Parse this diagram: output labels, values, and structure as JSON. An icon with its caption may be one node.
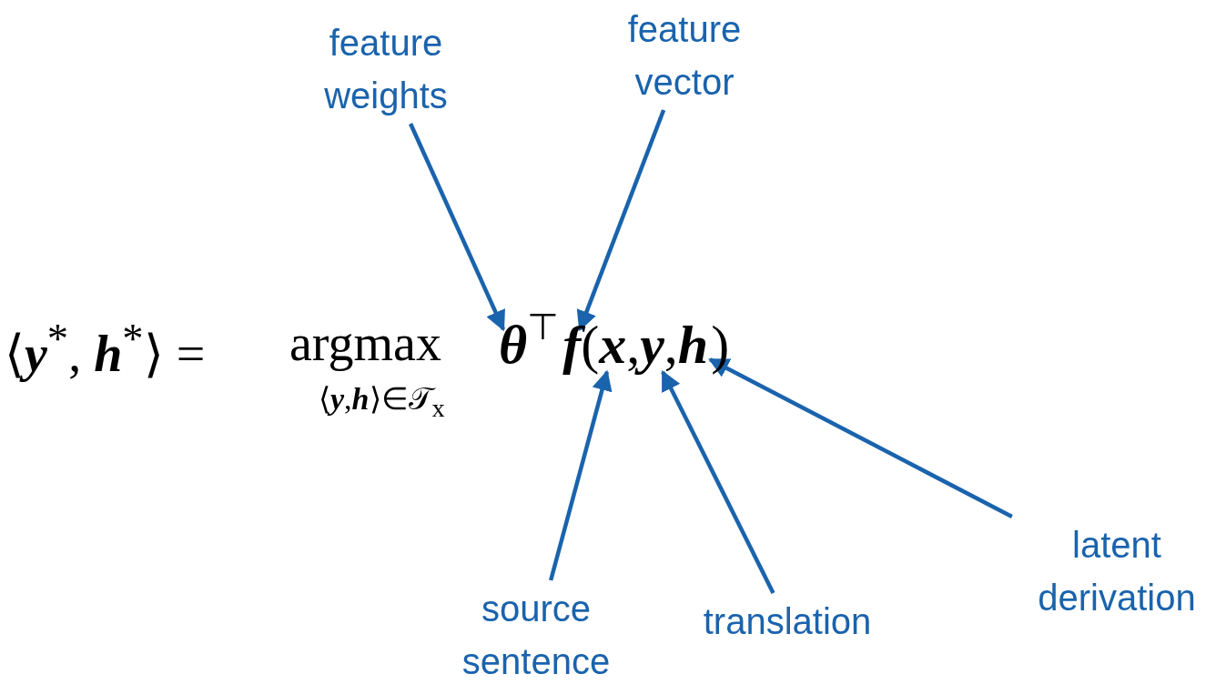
{
  "diagram": {
    "nodes": [
      {
        "text": [
          "feature weights"
        ]
      },
      {
        "text": [
          "feature vector"
        ]
      },
      {
        "text": [
          "θ"
        ]
      },
      {
        "text": [
          "f"
        ]
      },
      {
        "text": [
          "x"
        ]
      },
      {
        "text": [
          "y"
        ]
      },
      {
        "text": [
          "h"
        ]
      },
      {
        "text": [
          "source sentence"
        ]
      },
      {
        "text": [
          "translation"
        ]
      },
      {
        "text": [
          "latent derivation"
        ]
      }
    ],
    "edges": [
      {
        "from": 0,
        "to": 2,
        "arrow": "to"
      },
      {
        "from": 1,
        "to": 3,
        "arrow": "to"
      },
      {
        "from": 7,
        "to": 4,
        "arrow": "to"
      },
      {
        "from": 8,
        "to": 5,
        "arrow": "to"
      },
      {
        "from": 9,
        "to": 6,
        "arrow": "to"
      }
    ],
    "labels": [
      "⟨**y**$^{*}$, **h**$^{*}$⟩ =",
      "argmax",
      "⟨**y**,**h**⟩∈𝒯$_{x}$",
      "⊤",
      "(",
      ",",
      ",",
      ")"
    ]
  }
}
